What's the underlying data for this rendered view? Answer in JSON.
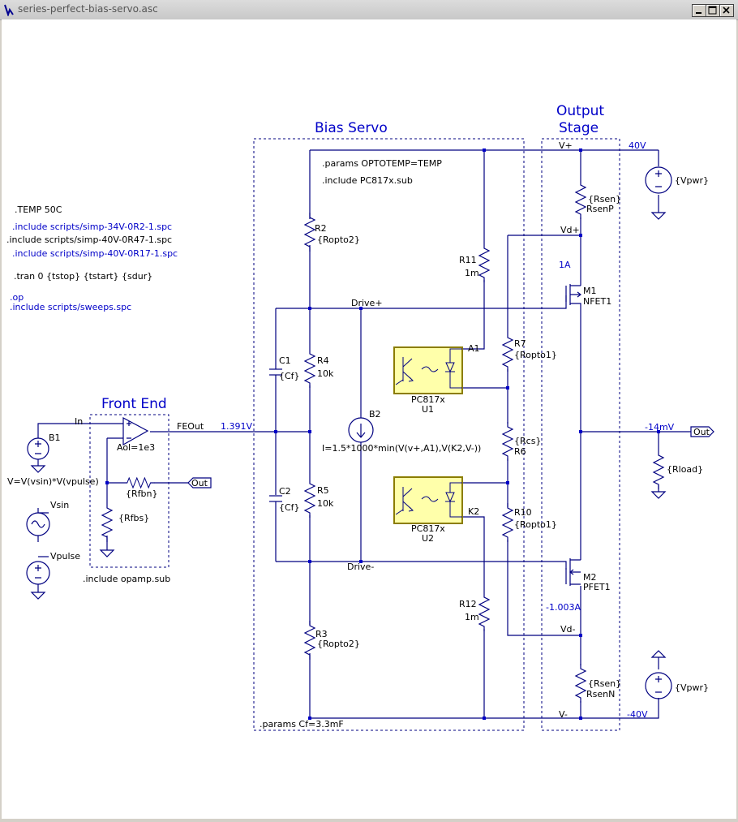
{
  "window": {
    "title": "series-perfect-bias-servo.asc",
    "buttons": [
      "minimize",
      "maximize",
      "close"
    ]
  },
  "colors": {
    "wire": "#000080",
    "text": "#000000",
    "dot": "#0000c8",
    "blue_text": "#0000c8",
    "optocoupler_fill": "#ffffaa",
    "optocoupler_border": "#8b7d00"
  },
  "directives": {
    "temp": ".TEMP 50C",
    "inc1": ".include scripts/simp-34V-0R2-1.spc",
    "inc2": ".include scripts/simp-40V-0R47-1.spc",
    "inc3": ".include scripts/simp-40V-0R17-1.spc",
    "tran": ".tran 0 {tstop} {tstart} {sdur}",
    "op": ".op",
    "sweeps": ".include scripts/sweeps.spc",
    "params_opto": ".params OPTOTEMP=TEMP",
    "inc_pc817": ".include PC817x.sub",
    "params_cf": ".params Cf=3.3mF",
    "inc_opamp": ".include opamp.sub"
  },
  "sections": {
    "bias_servo": "Bias  Servo",
    "output_stage_l1": "Output",
    "output_stage_l2": "Stage",
    "front_end": "Front End"
  },
  "labels": {
    "R2": "R2",
    "R2v": "{Ropto2}",
    "R3": "R3",
    "R3v": "{Ropto2}",
    "R4": "R4",
    "R4v": "10k",
    "R5": "R5",
    "R5v": "10k",
    "R11": "R11",
    "R11v": "1m",
    "R12": "R12",
    "R12v": "1m",
    "R7": "R7",
    "R7v": "{Ropto1}",
    "R10": "R10",
    "R10v": "{Ropto1}",
    "R6v": "{Rcs}",
    "R6": "R6",
    "C1": "C1",
    "C1v": "{Cf}",
    "C2": "C2",
    "C2v": "{Cf}",
    "B2": "B2",
    "B2expr": "I=1.5*1000*min(V(v+,A1),V(K2,V-))",
    "U1a": "PC817x",
    "U1b": "U1",
    "U2a": "PC817x",
    "U2b": "U2",
    "A1": "A1",
    "K2": "K2",
    "drive_p": "Drive+",
    "drive_m": "Drive-",
    "vplus": "V+",
    "vminus": "V-",
    "vdp": "Vd+",
    "vdm": "Vd-",
    "v40": "40V",
    "vm40": "-40V",
    "vpwr1": "{Vpwr}",
    "vpwr2": "{Vpwr}",
    "rsenp_a": "{Rsen}",
    "rsenp_b": "RsenP",
    "rsenn_a": "{Rsen}",
    "rsenn_b": "RsenN",
    "m1": "M1",
    "m1t": "NFET1",
    "i1": "1A",
    "m2": "M2",
    "m2t": "PFET1",
    "i2": "-1.003A",
    "out_v": "-14mV",
    "out": "Out",
    "rload": "{Rload}",
    "in": "In",
    "b1": "B1",
    "b1expr": "V=V(vsin)*V(vpulse)",
    "aol": "Aol=1e3",
    "feout": "FEOut",
    "fe_v": "1.391V",
    "rfbn": "{Rfbn}",
    "rfbs": "{Rfbs}",
    "out2": "Out",
    "vsin": "Vsin",
    "vpulse": "Vpulse"
  }
}
